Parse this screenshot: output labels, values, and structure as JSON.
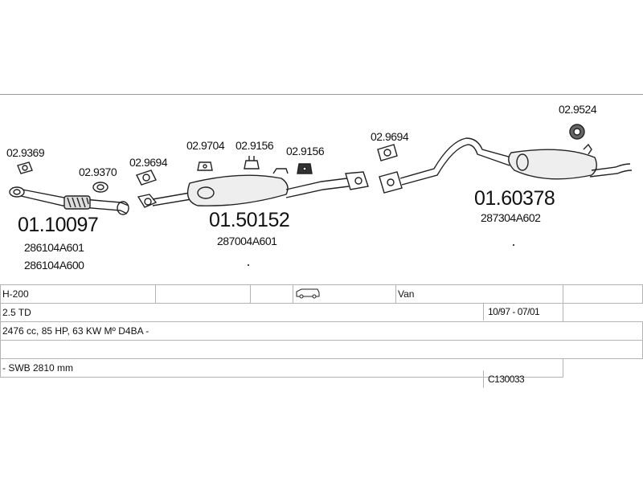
{
  "parts": {
    "gasket_front": "02.9369",
    "gasket_pipe": "02.9370",
    "gasket_flange1": "02.9694",
    "hanger_mid1": "02.9704",
    "hanger_mid2": "02.9156",
    "hanger_mid3": "02.9156",
    "gasket_flange2": "02.9694",
    "hanger_rear": "02.9524"
  },
  "assemblies": {
    "front": {
      "number": "01.10097",
      "oe1": "286104A601",
      "oe2": "286104A600"
    },
    "middle": {
      "number": "01.50152",
      "oe1": "287004A601"
    },
    "rear": {
      "number": "01.60378",
      "oe1": "287304A602"
    }
  },
  "spec": {
    "model": "H-200",
    "body": "Van",
    "engine": "2.5 TD",
    "period": "10/97 - 07/01",
    "engine_detail": "2476 cc, 85 HP, 63 KW Mº D4BA -",
    "wheelbase": "- SWB 2810 mm",
    "code": "C130033"
  }
}
